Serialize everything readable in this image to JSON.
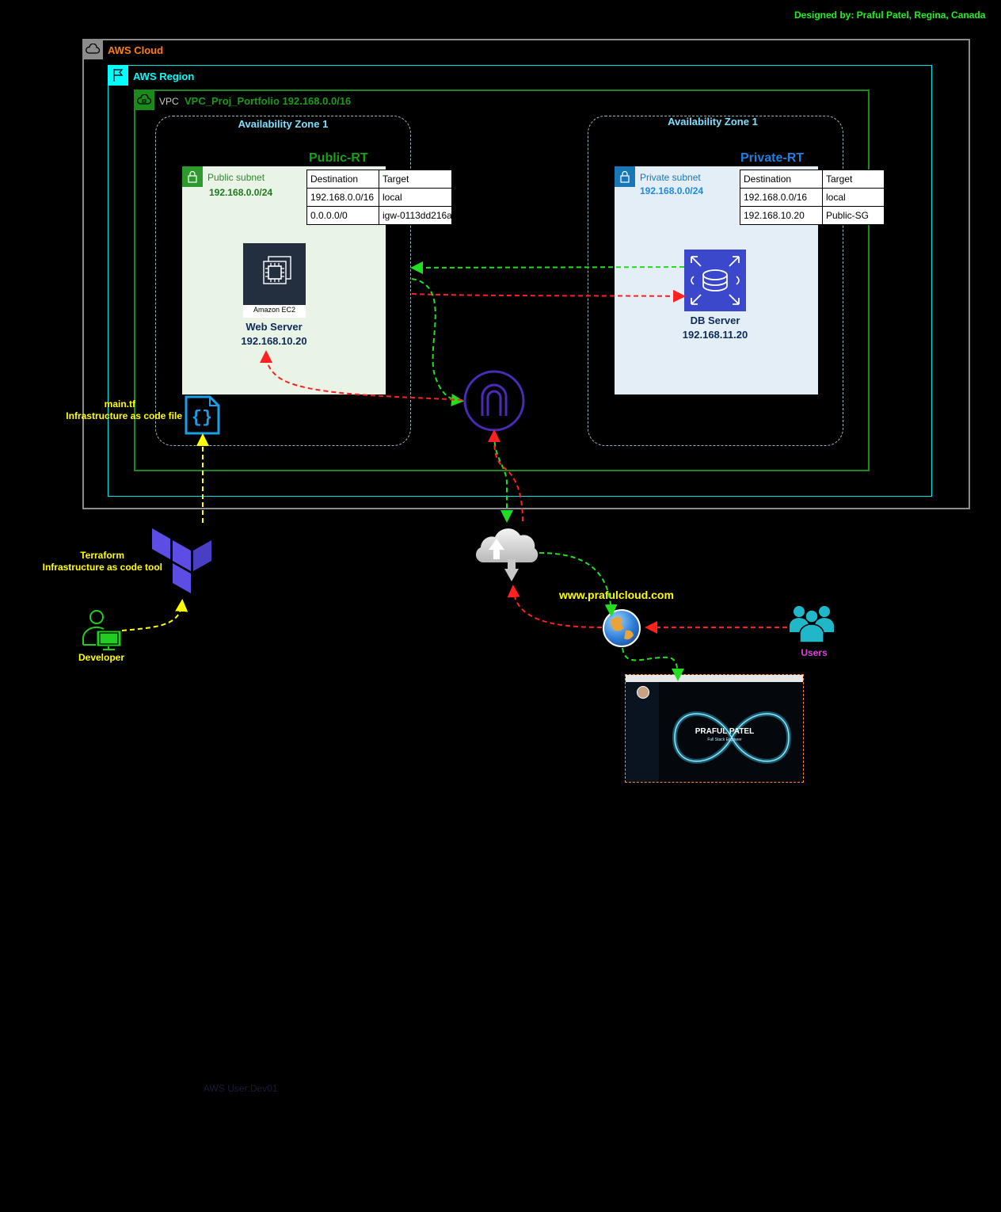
{
  "designer": "Designed by: Praful Patel, Regina, Canada",
  "aws_cloud": {
    "label": "AWS Cloud"
  },
  "aws_region": {
    "label": "AWS Region"
  },
  "vpc": {
    "prefix": "VPC",
    "label": "VPC_Proj_Portfolio 192.168.0.0/16"
  },
  "az_left": {
    "label": "Availability Zone 1"
  },
  "az_right": {
    "label": "Availability Zone 1"
  },
  "public_rt": {
    "title": "Public-RT",
    "headers": [
      "Destination",
      "Target"
    ],
    "rows": [
      [
        "192.168.0.0/16",
        "local"
      ],
      [
        "0.0.0.0/0",
        "igw-0113dd216a"
      ]
    ]
  },
  "private_rt": {
    "title": "Private-RT",
    "headers": [
      "Destination",
      "Target"
    ],
    "rows": [
      [
        "192.168.0.0/16",
        "local"
      ],
      [
        "192.168.10.20",
        "Public-SG"
      ]
    ]
  },
  "public_subnet": {
    "label": "Public subnet",
    "cidr": "192.168.0.0/24"
  },
  "private_subnet": {
    "label": "Private subnet",
    "cidr": "192.168.0.0/24"
  },
  "web_server": {
    "caption": "Amazon EC2",
    "name": "Web Server",
    "ip": "192.168.10.20"
  },
  "db_server": {
    "name": "DB Server",
    "ip": "192.168.11.20"
  },
  "main_tf": {
    "line1": "main.tf",
    "line2": "Infrastructure as code file"
  },
  "terraform": {
    "line1": "Terraform",
    "line2": "Infrastructure as code tool"
  },
  "developer": {
    "label": "Developer"
  },
  "domain": {
    "label": "www.prafulcloud.com"
  },
  "users": {
    "label": "Users"
  },
  "website": {
    "name": "PRAFUL PATEL",
    "subtitle": "Full Stack Engineer"
  },
  "aws_user": {
    "label": "AWS User:Dev01"
  },
  "colors": {
    "aws_cloud": "#ff7f0e",
    "region": "#00ffff",
    "vpc": "#1a8a1a",
    "public_rt": "#16a116",
    "private_rt": "#1e7fe0",
    "yellow": "#ffff00",
    "green_arrow": "#22dd22",
    "red_arrow": "#ff2020",
    "users": "#e23de2",
    "terraform": "#5c4ee5"
  }
}
